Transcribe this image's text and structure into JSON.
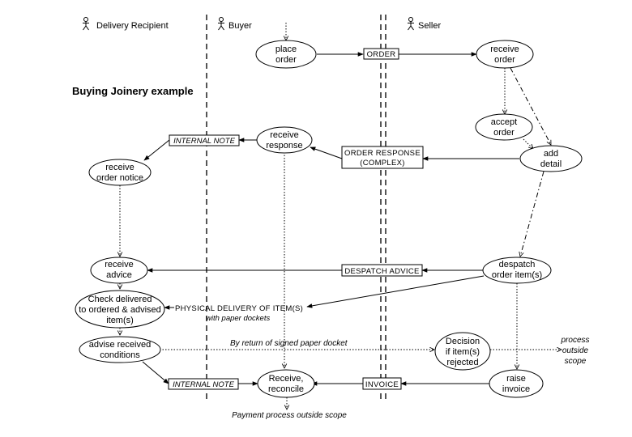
{
  "title": "Buying Joinery example",
  "actors": {
    "delivery_recipient": "Delivery Recipient",
    "buyer": "Buyer",
    "seller": "Seller"
  },
  "nodes": {
    "place_order": [
      "place",
      "order"
    ],
    "receive_order": [
      "receive",
      "order"
    ],
    "accept_order": [
      "accept",
      "order"
    ],
    "add_detail": [
      "add",
      "detail"
    ],
    "receive_response": [
      "receive",
      "response"
    ],
    "receive_order_notice": [
      "receive",
      "order notice"
    ],
    "receive_advice": [
      "receive",
      "advice"
    ],
    "despatch_items": [
      "despatch",
      "order item(s)"
    ],
    "check_delivered": [
      "Check delivered",
      "to ordered & advised",
      "item(s)"
    ],
    "advise_conditions": [
      "advise received",
      "conditions"
    ],
    "decision": [
      "Decision",
      "if item(s)",
      "rejected"
    ],
    "raise_invoice": [
      "raise",
      "invoice"
    ],
    "receive_reconcile": [
      "Receive,",
      "reconcile"
    ]
  },
  "documents": {
    "order": "ORDER",
    "internal_note_1": "INTERNAL NOTE",
    "order_response": [
      "ORDER RESPONSE",
      "(COMPLEX)"
    ],
    "despatch_advice": "DESPATCH ADVICE",
    "physical_delivery": "PHYSICAL DELIVERY OF ITEM(S)",
    "physical_delivery_sub": "with paper dockets",
    "invoice": "INVOICE",
    "internal_note_2": "INTERNAL NOTE"
  },
  "annotations": {
    "signed_docket": "By return of signed paper docket",
    "process_outside": [
      "process",
      "outside",
      "scope"
    ],
    "payment_outside": "Payment process outside scope"
  }
}
